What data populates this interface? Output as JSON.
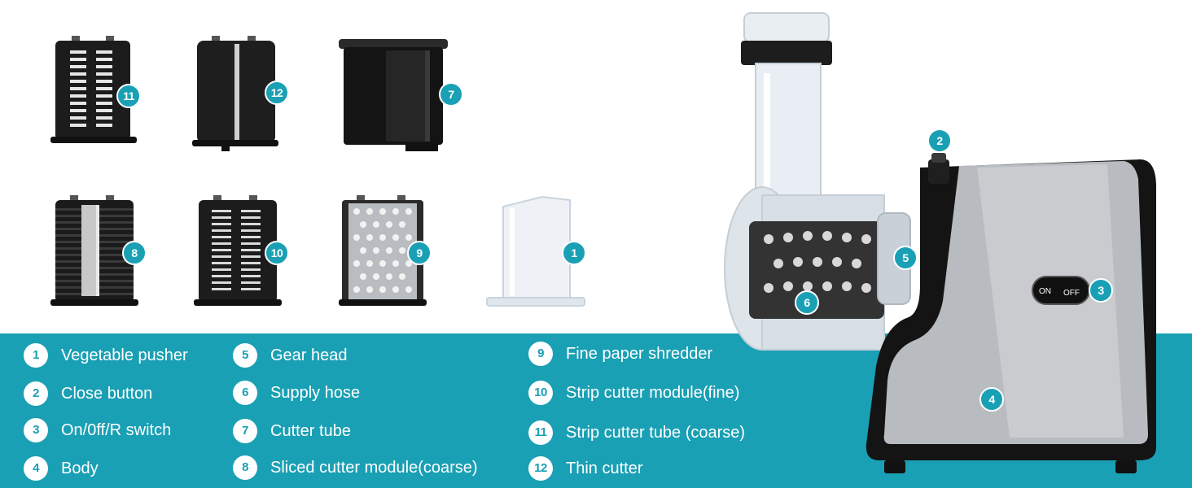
{
  "badges": {
    "b11": "11",
    "b12": "12",
    "b7": "7",
    "b8": "8",
    "b10": "10",
    "b9": "9",
    "b1": "1",
    "b2": "2",
    "b3": "3",
    "b4": "4",
    "b5": "5",
    "b6": "6"
  },
  "switch": {
    "on_label": "ON",
    "off_label": "OFF"
  },
  "legend": [
    {
      "num": "1",
      "label": "Vegetable pusher"
    },
    {
      "num": "2",
      "label": "Close button"
    },
    {
      "num": "3",
      "label": "On/0ff/R switch"
    },
    {
      "num": "4",
      "label": "Body"
    },
    {
      "num": "5",
      "label": "Gear head"
    },
    {
      "num": "6",
      "label": "Supply hose"
    },
    {
      "num": "7",
      "label": "Cutter tube"
    },
    {
      "num": "8",
      "label": "Sliced cutter module(coarse)"
    },
    {
      "num": "9",
      "label": "Fine paper shredder"
    },
    {
      "num": "10",
      "label": "Strip cutter module(fine)"
    },
    {
      "num": "11",
      "label": "Strip cutter tube (coarse)"
    },
    {
      "num": "12",
      "label": "Thin cutter"
    }
  ],
  "colors": {
    "accent": "#1aa0b4",
    "dark_part": "#1c1c1c",
    "steel": "#b9bdc1"
  }
}
